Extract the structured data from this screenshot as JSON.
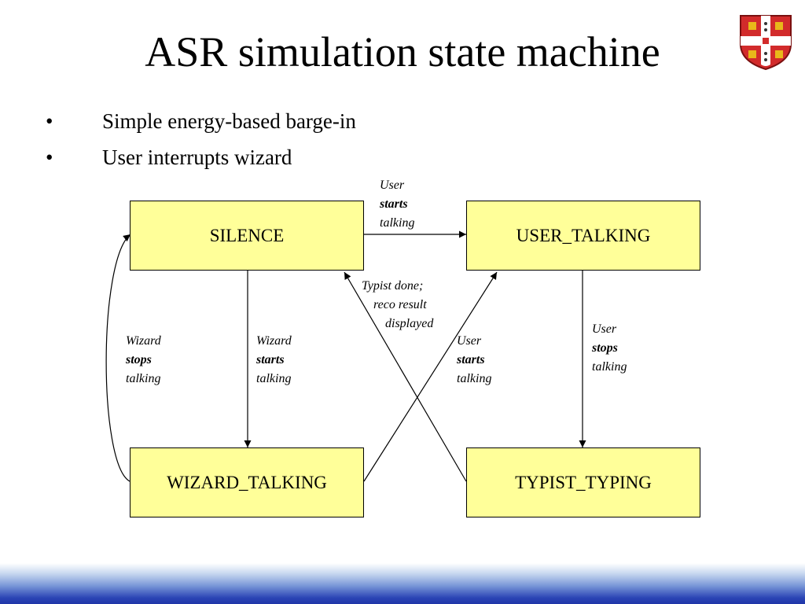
{
  "title": "ASR simulation state machine",
  "bullets": [
    {
      "marker": "•",
      "text": "Simple energy-based barge-in"
    },
    {
      "marker": "•",
      "text": "User interrupts wizard"
    }
  ],
  "states": {
    "silence": "SILENCE",
    "user_talking": "USER_TALKING",
    "wizard_talking": "WIZARD_TALKING",
    "typist_typing": "TYPIST_TYPING"
  },
  "transitions": {
    "silence_to_user": [
      "User",
      "starts",
      "talking"
    ],
    "typist_to_silence": [
      "Typist done;",
      "reco result",
      "displayed"
    ],
    "user_to_typist": [
      "User",
      "stops",
      "talking"
    ],
    "wizard_to_silence": [
      "Wizard",
      "stops",
      "talking"
    ],
    "silence_to_wizard": [
      "Wizard",
      "starts",
      "talking"
    ],
    "wizard_to_user": [
      "User",
      "starts",
      "talking"
    ]
  },
  "colors": {
    "state_fill": "#ffff99",
    "footer_dark": "#1f35a8",
    "footer_light": "#c9d8f0"
  },
  "icons": {
    "crest": "university-crest-icon"
  }
}
